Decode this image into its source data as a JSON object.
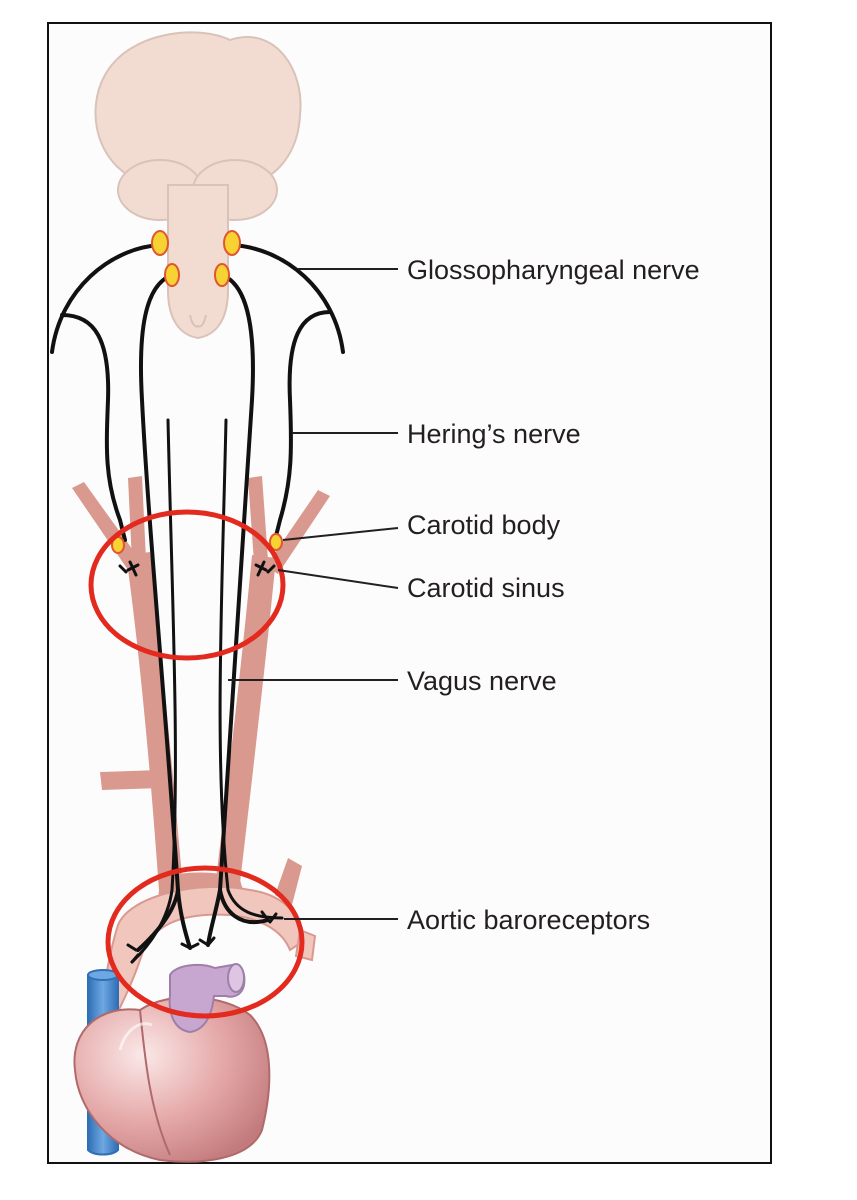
{
  "labels": {
    "glossopharyngeal": "Glossopharyngeal nerve",
    "hering": "Hering’s nerve",
    "carotid_body": "Carotid body",
    "carotid_sinus": "Carotid sinus",
    "vagus": "Vagus nerve",
    "aortic": "Aortic baroreceptors"
  },
  "colors": {
    "brain": "#f2dbd0",
    "artery": "#d9998f",
    "ganglion_fill": "#f6d233",
    "ganglion_stroke": "#e0562e",
    "highlight_circle": "#e32a1e",
    "vena_cava": "#4b8cd0",
    "pulmonary": "#c7a7cf",
    "heart": "#e0a3a3"
  },
  "icons": [
    "brainstem-illustration",
    "heart-illustration",
    "highlight-circle"
  ]
}
